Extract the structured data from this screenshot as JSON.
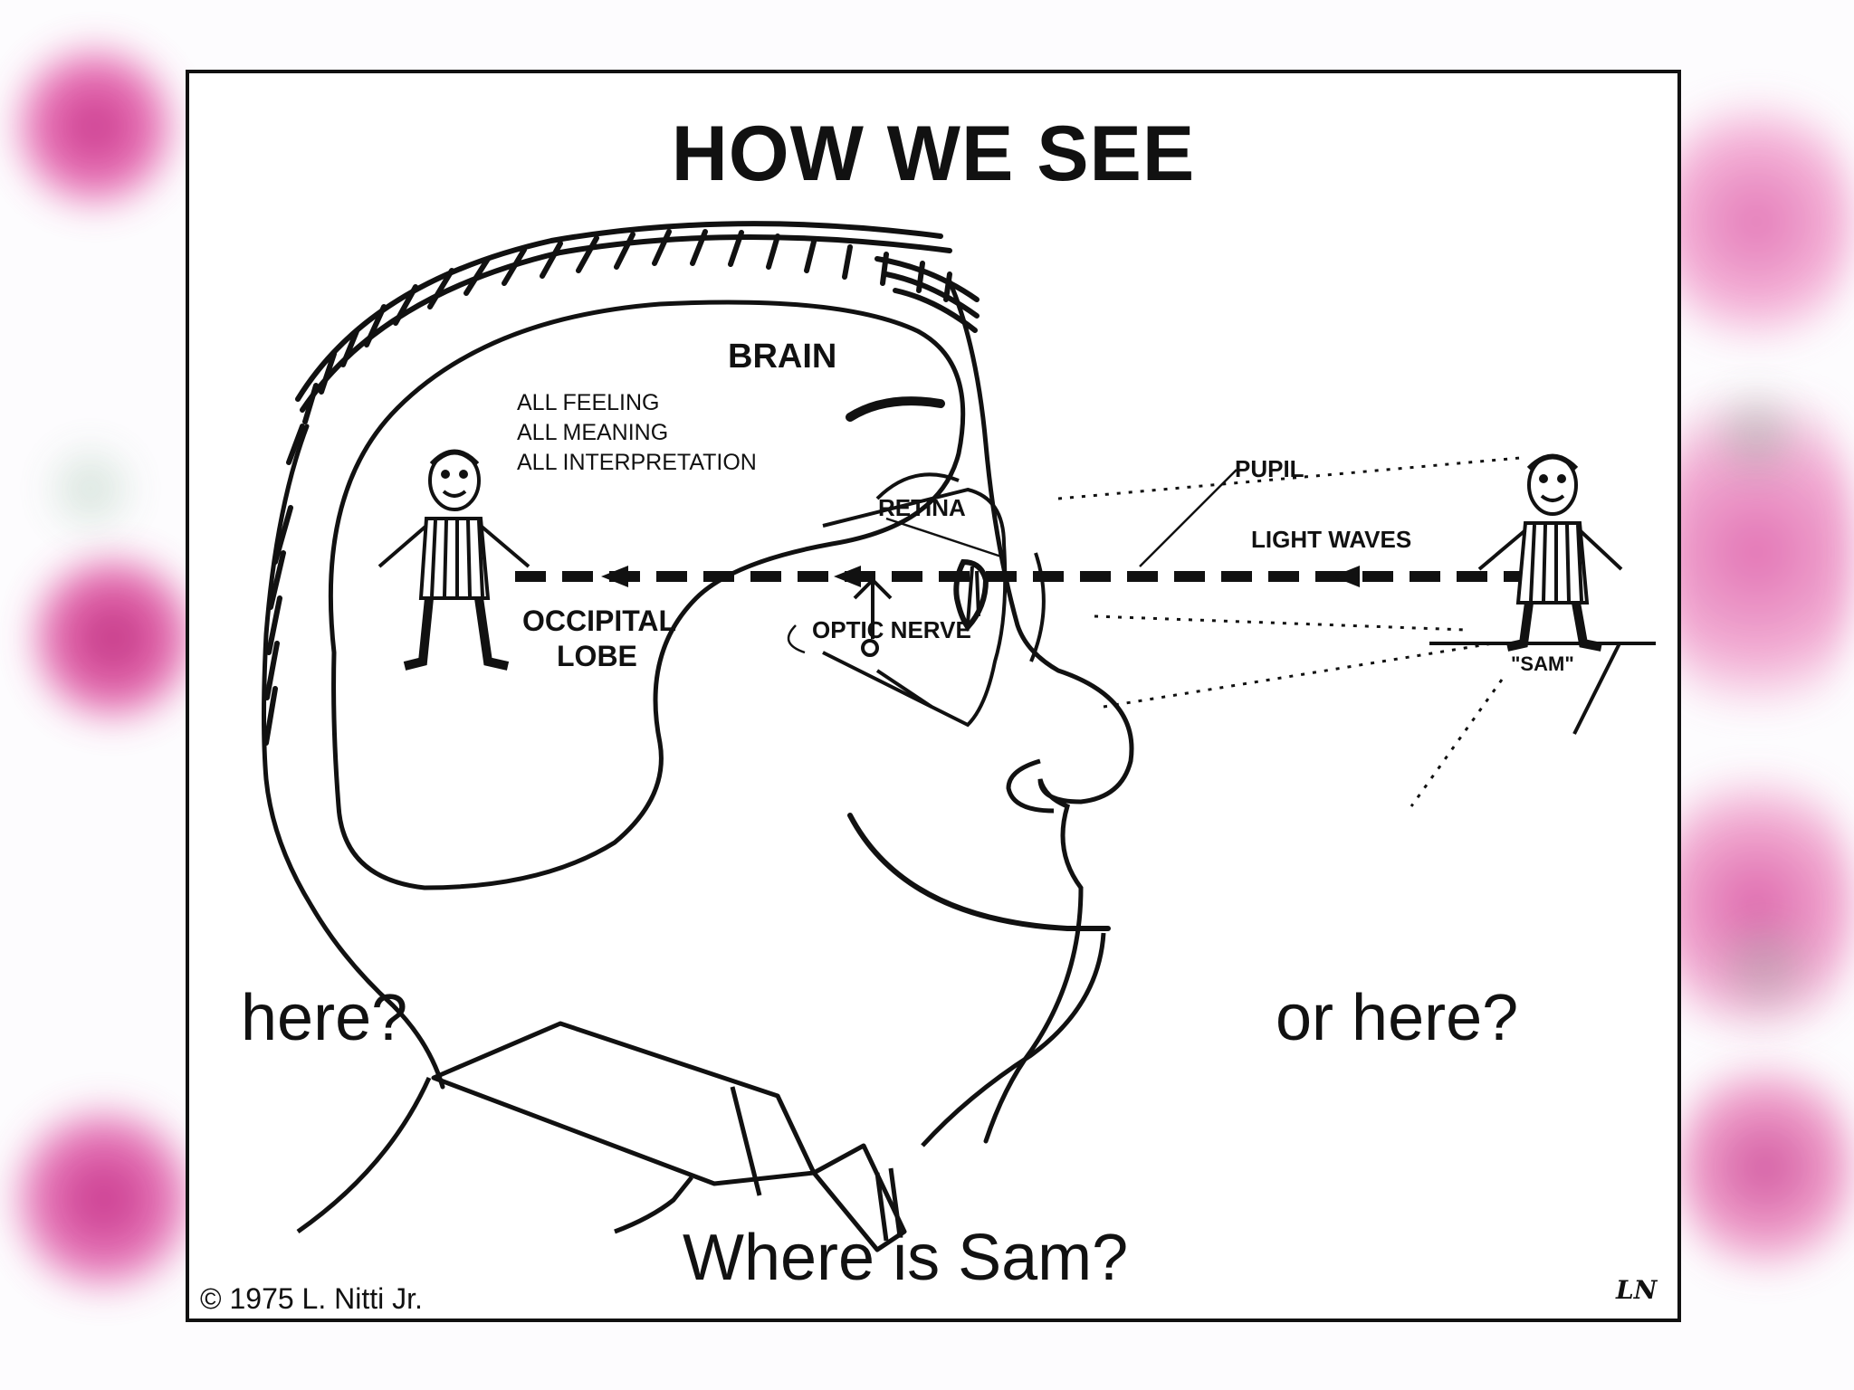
{
  "slide": {
    "title": "HOW WE SEE",
    "caption": "Where is Sam?",
    "left_question": "here?",
    "right_question": "or here?",
    "copyright": "© 1975 L. Nitti Jr.",
    "signature": "LN"
  },
  "diagram": {
    "brain_label": "BRAIN",
    "brain_lines": [
      "ALL FEELING",
      "ALL MEANING",
      "ALL INTERPRETATION"
    ],
    "occipital_label": [
      "OCCIPITAL",
      "LOBE"
    ],
    "retina_label": "RETINA",
    "pupil_label": "PUPIL",
    "light_waves_label": "LIGHT WAVES",
    "optic_nerve_label": "OPTIC NERVE",
    "sam_label": "\"SAM\""
  },
  "colors": {
    "ink": "#111111",
    "background_accent": "#d94f9f"
  }
}
